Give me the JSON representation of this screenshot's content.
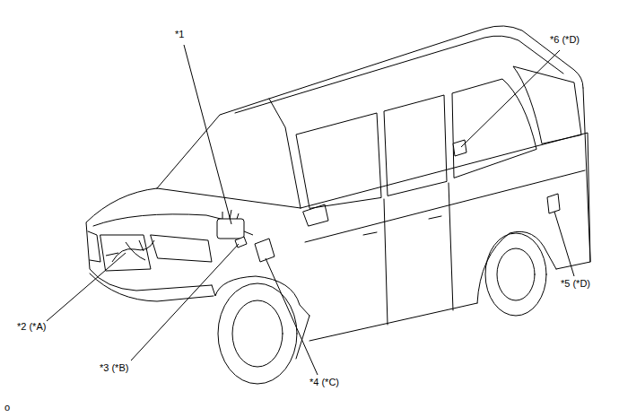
{
  "diagram": {
    "labels": [
      "*1",
      "*2 (*A)",
      "*3 (*B)",
      "*4 (*C)",
      "*5 (*D)",
      "*6 (*D)",
      "o"
    ]
  }
}
